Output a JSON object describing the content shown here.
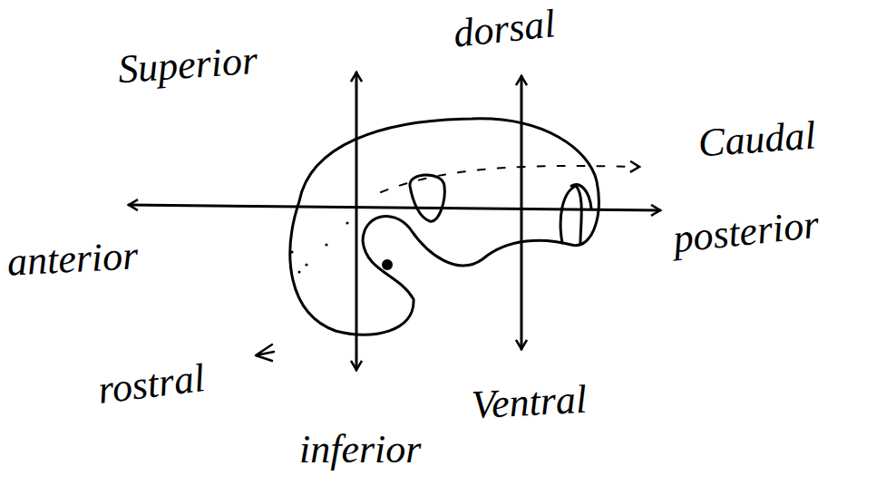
{
  "diagram": {
    "labels": [
      "Superior",
      "dorsal",
      "Caudal",
      "posterior",
      "anterior",
      "rostral",
      "inferior",
      "Ventral"
    ]
  }
}
